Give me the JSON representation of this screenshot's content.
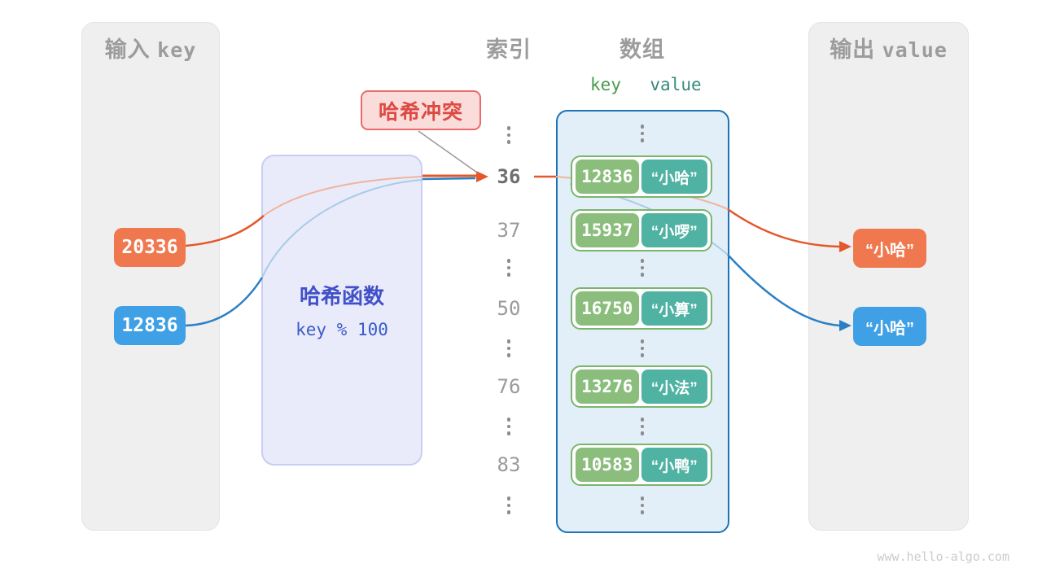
{
  "watermark": "www.hello-algo.com",
  "colors": {
    "key_orange": "#F0784F",
    "key_blue": "#3FA0E5",
    "arrow_orange": "#E4582B",
    "arrow_blue": "#2B80C5",
    "faded_orange": "#F0B49C",
    "faded_blue": "#A9CBE7",
    "array_key_green": "#8BBD7C",
    "array_value_teal": "#4FB2A3",
    "array_border_blue": "#1E73B4",
    "array_bg": "#E2EFF9",
    "hash_box_bg": "#E9EBFB",
    "hash_text_indigo": "#4150C7",
    "collision_red": "#DC4A42",
    "collision_bg": "#FADCDB",
    "panel_gray": "#EFEFEF",
    "title_gray": "#9C9C9C"
  },
  "input_panel": {
    "title_cn": "输入",
    "title_en": "key",
    "keys": [
      "20336",
      "12836"
    ]
  },
  "hash_box": {
    "title": "哈希函数",
    "formula": "key % 100"
  },
  "collision_label": {
    "text": "哈希冲突"
  },
  "index_column": {
    "title": "索引",
    "ellipsis": "⋮",
    "values": [
      "36",
      "37",
      "50",
      "76",
      "83"
    ],
    "highlighted": "36"
  },
  "array": {
    "title": "数组",
    "key_header": "key",
    "value_header": "value",
    "rows": [
      {
        "key": "12836",
        "value": "“小哈”"
      },
      {
        "key": "15937",
        "value": "“小啰”"
      },
      {
        "key": "16750",
        "value": "“小算”"
      },
      {
        "key": "13276",
        "value": "“小法”"
      },
      {
        "key": "10583",
        "value": "“小鸭”"
      }
    ]
  },
  "output_panel": {
    "title_cn": "输出",
    "title_en": "value",
    "values": [
      "“小哈”",
      "“小哈”"
    ]
  }
}
